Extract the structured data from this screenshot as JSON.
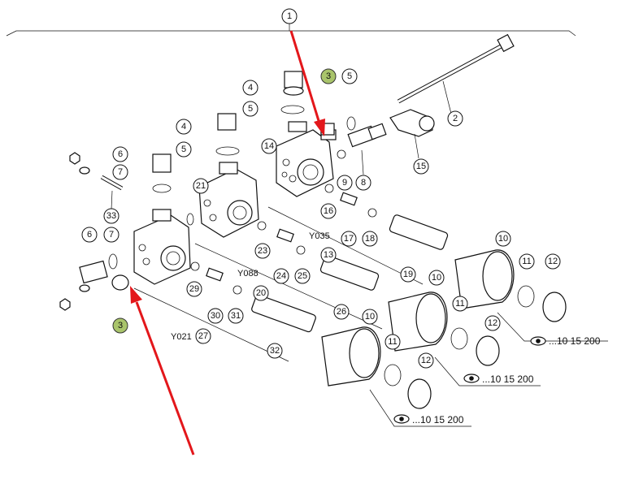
{
  "diagram": {
    "callouts": [
      "1",
      "2",
      "3",
      "4",
      "5",
      "6",
      "7",
      "8",
      "9",
      "10",
      "11",
      "12",
      "13",
      "14",
      "15",
      "16",
      "17",
      "18",
      "19",
      "20",
      "21",
      "23",
      "24",
      "25",
      "26",
      "27",
      "29",
      "30",
      "31",
      "32",
      "33"
    ],
    "component_labels": [
      "Y035",
      "Y088",
      "Y021"
    ],
    "cross_references": [
      "...10 15 200",
      "...10 15 200",
      "...10 15 200"
    ],
    "highlighted_callout": "3",
    "highlight_color": "#a9c46b",
    "arrow_color": "#e3171b",
    "icons": [
      "eye-icon",
      "red-arrow"
    ]
  }
}
